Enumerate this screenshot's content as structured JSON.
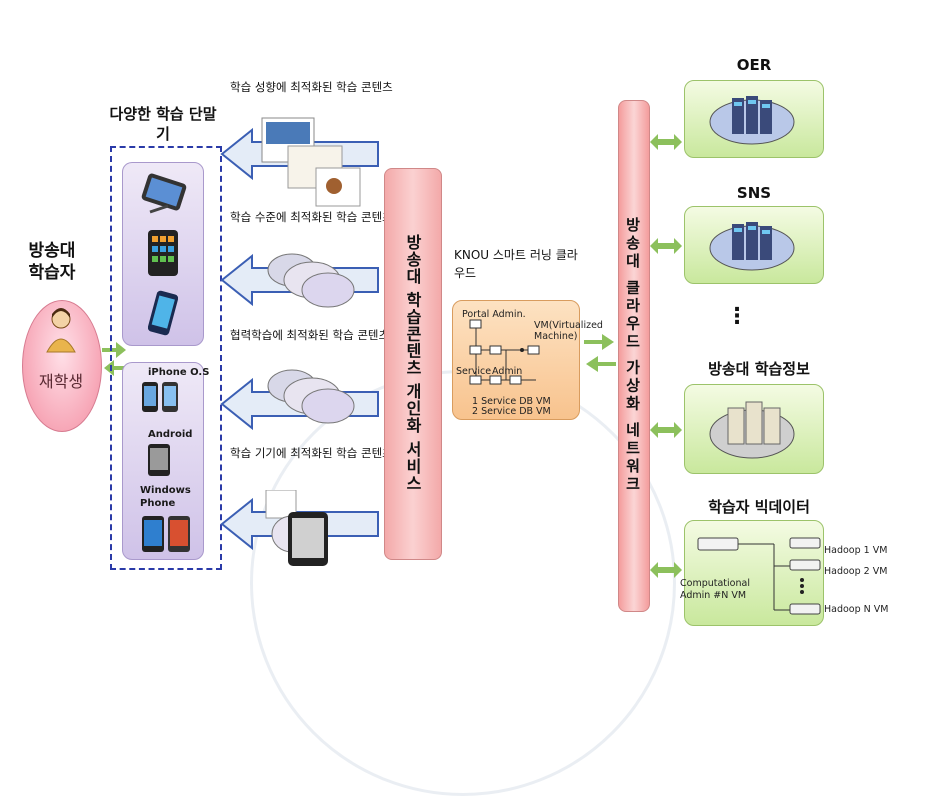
{
  "learner": {
    "title": "방송대 학습자",
    "person_label": "재학생"
  },
  "devices": {
    "title": "다양한 학습 단말기",
    "labels": [
      "iPhone O.S",
      "Android",
      "Windows Phone"
    ]
  },
  "contents": [
    {
      "label": "학습 성향에 최적화된 학습 콘텐츠"
    },
    {
      "label": "학습 수준에 최적화된 학습 콘텐츠"
    },
    {
      "label": "협력학습에 최적화된 학습 콘텐츠"
    },
    {
      "label": "학습 기기에 최적화된 학습 콘텐츠"
    }
  ],
  "personalization_service": "방송대 학습콘텐츠 개인화 서비스",
  "smart_cloud": {
    "title": "KNOU 스마트 러닝 클라우드",
    "portal_admin": "Portal Admin.",
    "vm_label": "VM(Virtualized Machine)",
    "service": "Service",
    "admin": "Admin",
    "row1": "1  Service  DB  VM",
    "row2": "2  Service  DB  VM"
  },
  "network": "방송대 클라우드 가상화 네트워크",
  "services": {
    "oer": "OER",
    "sns": "SNS",
    "ellipsis": "⋮",
    "learning_info": "방송대 학습정보",
    "big_data": "학습자 빅데이터"
  },
  "hadoop": {
    "vm1": "Hadoop  1 VM",
    "vm2": "Hadoop  2 VM",
    "vmn": "Hadoop  N VM",
    "computational_admin": "Computational Admin  #N VM"
  },
  "colors": {
    "pillar": "#f5b3b3",
    "device_frame": "#2a3aa8",
    "service_box": "#d6efb0",
    "cloud_box": "#f9cfa0",
    "arrow_fill": "#e4ecf7",
    "arrow_stroke": "#3b5fb4",
    "link_arrow": "#8cc05c"
  }
}
